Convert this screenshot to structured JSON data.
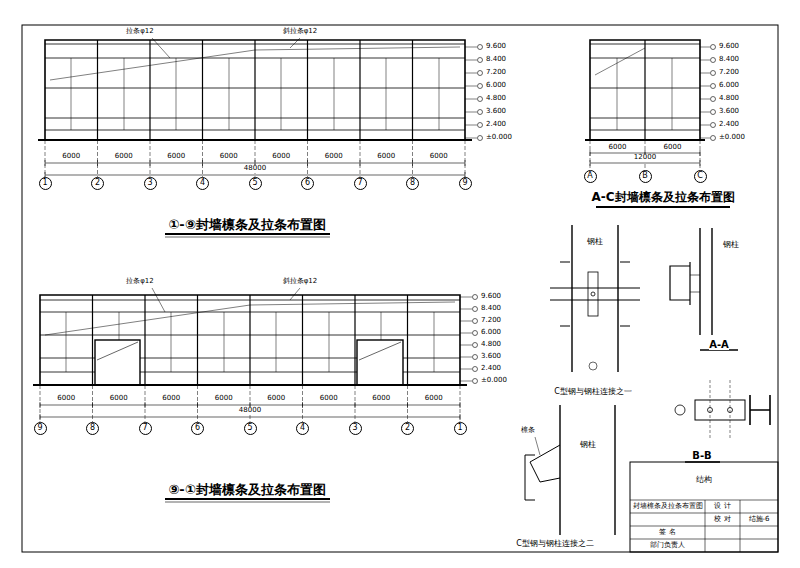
{
  "diagram": {
    "nodes": [
      {
        "text": [
          "1"
        ]
      },
      {
        "text": [
          "2"
        ]
      },
      {
        "text": [
          "3"
        ]
      },
      {
        "text": [
          "4"
        ]
      },
      {
        "text": [
          "5"
        ]
      },
      {
        "text": [
          "6"
        ]
      },
      {
        "text": [
          "7"
        ]
      },
      {
        "text": [
          "8"
        ]
      },
      {
        "text": [
          "9"
        ]
      },
      {
        "text": [
          "A"
        ]
      },
      {
        "text": [
          "B"
        ]
      },
      {
        "text": [
          "C"
        ]
      },
      {
        "text": [
          "9"
        ]
      },
      {
        "text": [
          "8"
        ]
      },
      {
        "text": [
          "7"
        ]
      },
      {
        "text": [
          "6"
        ]
      },
      {
        "text": [
          "5"
        ]
      },
      {
        "text": [
          "4"
        ]
      },
      {
        "text": [
          "3"
        ]
      },
      {
        "text": [
          "2"
        ]
      },
      {
        "text": [
          "1"
        ]
      }
    ],
    "labels": [
      "①-⑨封墙檩条及拉条布置图",
      "A-C封墙檩条及拉条布置图",
      "⑨-①封墙檩条及拉条布置图",
      "C型钢与钢柱连接之一",
      "C型钢与钢柱连接之二",
      "A-A",
      "B-B",
      "48000",
      "6000",
      "6000",
      "6000",
      "6000",
      "6000",
      "6000",
      "6000",
      "6000",
      "48000",
      "6000",
      "6000",
      "6000",
      "6000",
      "6000",
      "6000",
      "6000",
      "6000",
      "6000",
      "6000",
      "12000",
      "9.600",
      "8.400",
      "7.200",
      "6.000",
      "4.800",
      "3.600",
      "2.400",
      "±0.000",
      "9.600",
      "8.400",
      "7.200",
      "6.000",
      "4.800",
      "3.600",
      "2.400",
      "±0.000",
      "9.600",
      "8.400",
      "7.200",
      "6.000",
      "4.800",
      "3.600",
      "2.400",
      "±0.000",
      "拉条φ12",
      "斜拉条φ12",
      "拉条φ12",
      "斜拉条φ12",
      "钢柱",
      "钢柱",
      "钢柱",
      "檩条",
      "封墙檩条及拉条布置图",
      "签 名",
      "部门负责人",
      "结构",
      "设 计",
      "校 对",
      "结施-6"
    ]
  }
}
